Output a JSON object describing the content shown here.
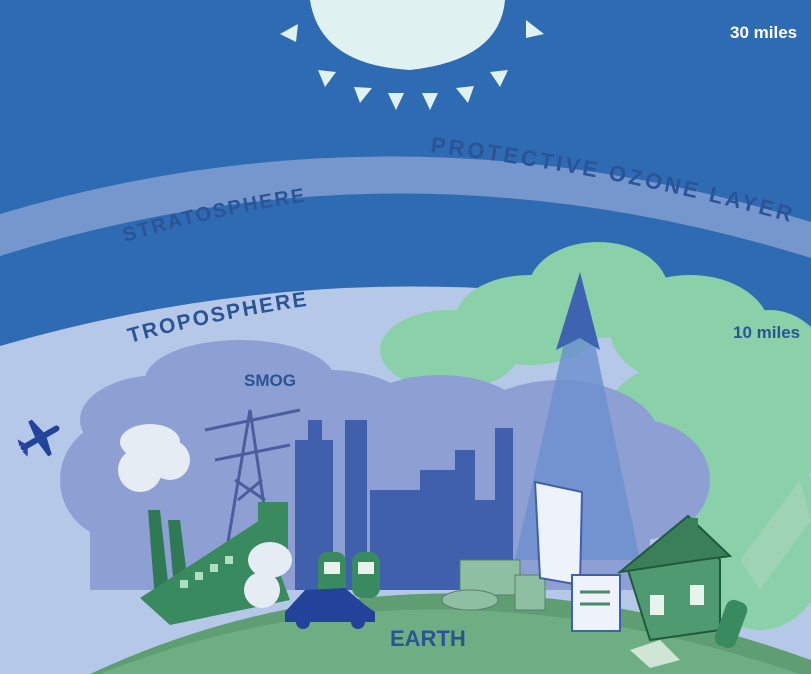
{
  "labels": {
    "top_altitude": "30 miles",
    "ozone_layer": "PROTECTIVE OZONE LAYER",
    "stratosphere": "STRATOSPHERE",
    "troposphere": "TROPOSPHERE",
    "mid_altitude": "10 miles",
    "smog": "SMOG",
    "earth": "EARTH"
  },
  "icons": {
    "sun": "sun-icon",
    "airplane": "airplane-icon",
    "factory": "factory-icon",
    "power_tower": "transmission-tower-icon",
    "car": "car-icon",
    "house": "house-icon",
    "truck": "truck-icon",
    "aerosol": "aerosol-can-icon",
    "refrigerator": "refrigerator-icon",
    "printer": "printer-icon"
  },
  "colors": {
    "sky_upper": "#2f6bb2",
    "stratosphere_band": "#7597cd",
    "troposphere": "#b6c8e8",
    "smog": "#8e9fd3",
    "city": "#4060ad",
    "green_cloud": "#8ad0a8",
    "earth": "#5e9e72",
    "label_dark": "#2a5496",
    "label_light": "#ffffff",
    "sun": "#dff2f1"
  }
}
